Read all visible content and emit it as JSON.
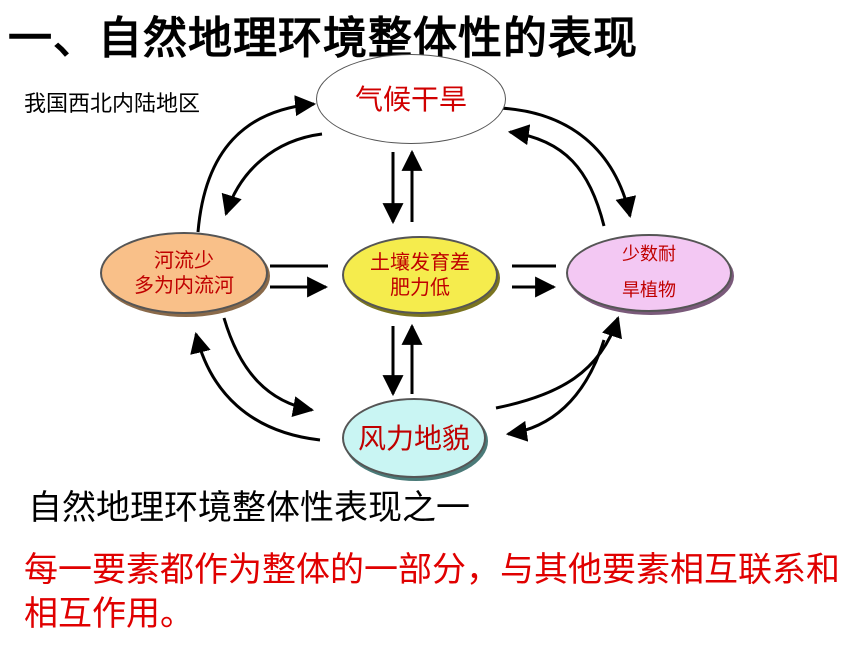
{
  "title": "一、自然地理环境整体性的表现",
  "region_label": "我国西北内陆地区",
  "nodes": {
    "climate": "气候干旱",
    "rivers": {
      "line1": "河流少",
      "line2": "多为内流河"
    },
    "soil": {
      "line1": "土壤发育差",
      "line2": "肥力低"
    },
    "plants": {
      "line1": "少数耐",
      "line2": "旱植物"
    },
    "landform": "风力地貌"
  },
  "caption": "自然地理环境整体性表现之一",
  "conclusion": "每一要素都作为整体的一部分，与其他要素相互联系和相互作用。",
  "colors": {
    "text_red": "#d00000",
    "rivers_fill": "#f9c089",
    "soil_fill": "#f5ec4d",
    "plants_fill": "#f3c8f3",
    "landform_fill": "#c9f5f3"
  }
}
